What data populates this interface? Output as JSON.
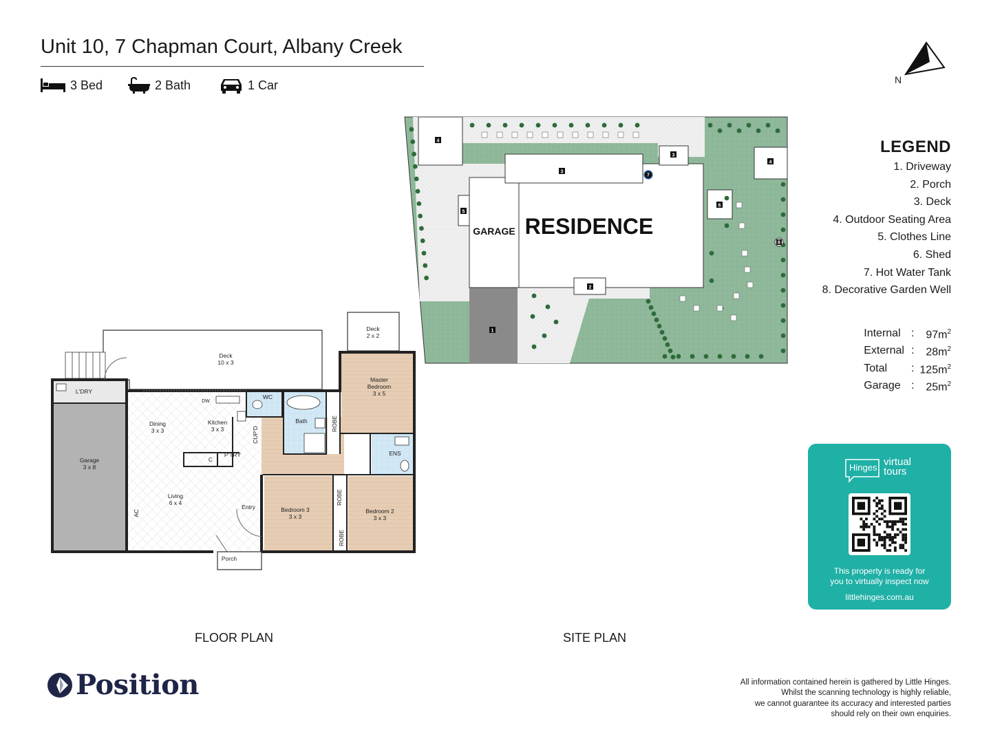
{
  "title": "Unit 10, 7 Chapman Court, Albany Creek",
  "features": [
    {
      "icon": "bed-icon",
      "label": "3 Bed"
    },
    {
      "icon": "bath-icon",
      "label": "2 Bath"
    },
    {
      "icon": "car-icon",
      "label": "1 Car"
    }
  ],
  "compass": {
    "label": "N"
  },
  "legend": {
    "title": "LEGEND",
    "items": [
      "1. Driveway",
      "2. Porch",
      "3. Deck",
      "4. Outdoor Seating Area",
      "5. Clothes Line",
      "6. Shed",
      "7. Hot Water Tank",
      "8. Decorative Garden Well"
    ]
  },
  "areas": [
    {
      "label": "Internal",
      "sep": ":",
      "value": "97m",
      "unit_sup": "2"
    },
    {
      "label": "External",
      "sep": ":",
      "value": "28m",
      "unit_sup": "2"
    },
    {
      "label": "Total",
      "sep": ":",
      "value": "125m",
      "unit_sup": "2"
    },
    {
      "label": "Garage",
      "sep": ":",
      "value": "25m",
      "unit_sup": "2"
    }
  ],
  "virtual_tour": {
    "brand_small": "Hinges",
    "brand_word1": "virtual",
    "brand_word2": "tours",
    "message_line1": "This property is ready for",
    "message_line2": "you to virtually inspect now",
    "url": "littlehinges.com.au"
  },
  "floor_plan": {
    "caption": "FLOOR PLAN",
    "rooms": {
      "deck_main": "Deck",
      "deck_main_size": "10 x 3",
      "deck_small": "Deck",
      "deck_small_size": "2 x 2",
      "laundry": "L'DRY",
      "garage": "Garage",
      "garage_size": "3 x 8",
      "dining": "Dining",
      "dining_size": "3 x 3",
      "kitchen": "Kitchen",
      "kitchen_size": "3 x 3",
      "dw": "DW",
      "wc": "WC",
      "bath": "Bath",
      "cupd": "CUP'D",
      "robe1": "ROBE",
      "master": "Master",
      "master2": "Bedroom",
      "master_size": "3 x 5",
      "ens": "ENS",
      "pantry": "P'TRY",
      "c": "C",
      "living": "Living",
      "living_size": "6 x 4",
      "entry": "Entry",
      "ac": "AC",
      "bed3": "Bedroom 3",
      "bed3_size": "3 x 3",
      "robe2": "ROBE",
      "robe3": "ROBE",
      "bed2": "Bedroom 2",
      "bed2_size": "3 x 3",
      "porch": "Porch"
    }
  },
  "site_plan": {
    "caption": "SITE PLAN",
    "residence": "RESIDENCE",
    "garage": "GARAGE",
    "markers": [
      "1",
      "2",
      "3",
      "3",
      "4",
      "4",
      "5",
      "6",
      "7",
      "8"
    ]
  },
  "company": {
    "name": "Position"
  },
  "disclaimer": {
    "line1": "All information contained herein is gathered by Little Hinges.",
    "line2": "Whilst the scanning technology is highly reliable,",
    "line3": "we cannot guarantee its accuracy and interested parties",
    "line4": "should rely on their own enquiries."
  },
  "colors": {
    "lawn": "#8fb89a",
    "gravel": "#efefef",
    "driveway": "#8a8a8a",
    "timber": "#e6cdb4",
    "tile": "#cfe6f4",
    "garage_floor": "#b3b3b3",
    "wall": "#222222",
    "brand_teal": "#1fb0a6",
    "brand_navy": "#1e2547"
  }
}
